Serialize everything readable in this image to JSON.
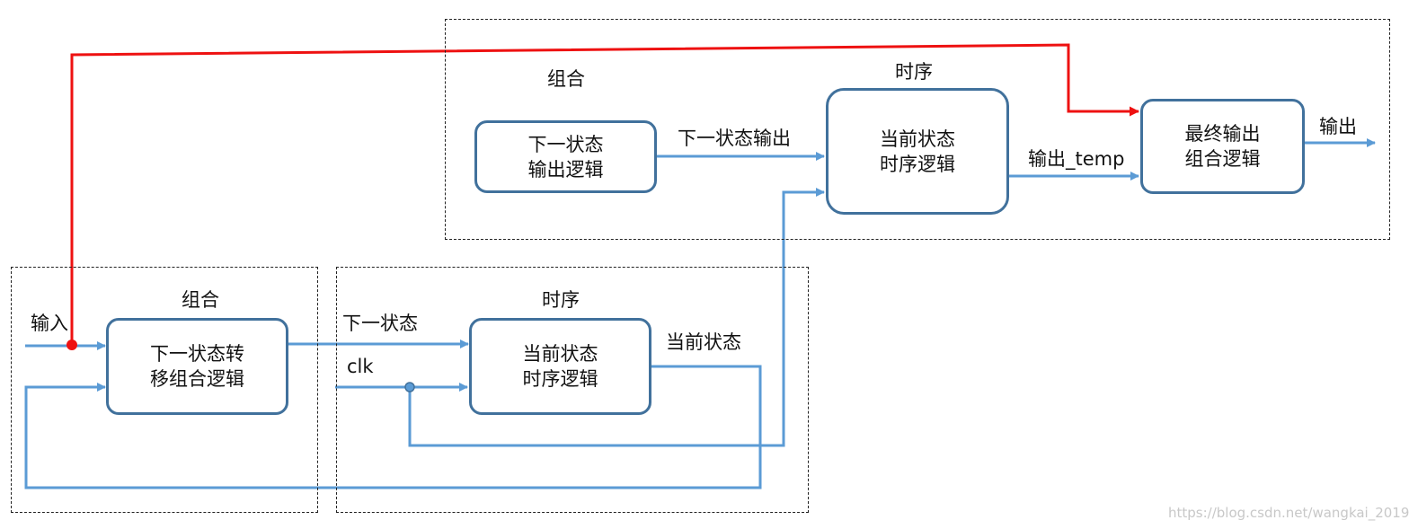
{
  "frames": {
    "combo_top": "组合",
    "seq_top": "时序",
    "combo_bottom": "组合",
    "seq_bottom": "时序"
  },
  "boxes": {
    "next_state_output_logic": [
      "下一状态",
      "输出逻辑"
    ],
    "current_state_seq_top": [
      "当前状态",
      "时序逻辑"
    ],
    "final_output_logic": [
      "最终输出",
      "组合逻辑"
    ],
    "next_state_transition_logic": [
      "下一状态转",
      "移组合逻辑"
    ],
    "current_state_seq_bottom": [
      "当前状态",
      "时序逻辑"
    ]
  },
  "signals": {
    "next_state_output": "下一状态输出",
    "output_temp": "输出_temp",
    "output": "输出",
    "input": "输入",
    "next_state": "下一状态",
    "clk": "clk",
    "current_state": "当前状态"
  },
  "colors": {
    "wire": "#5b9bd5",
    "box_border": "#41719c",
    "feedback": "#ee1111",
    "frame": "#222222"
  },
  "watermark": "https://blog.csdn.net/wangkai_2019"
}
